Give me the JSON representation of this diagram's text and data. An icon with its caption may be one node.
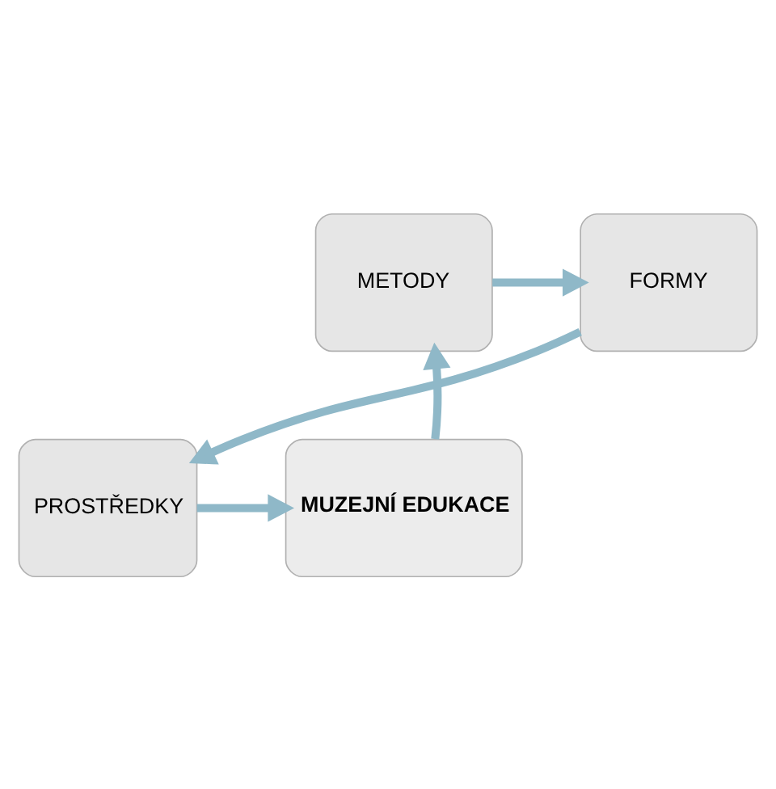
{
  "diagram": {
    "nodes": [
      {
        "text": [
          "METODY"
        ]
      },
      {
        "text": [
          "FORMY"
        ]
      },
      {
        "text": [
          "MUZEJNÍ EDUKACE"
        ]
      },
      {
        "text": [
          "PROSTŘEDKY"
        ]
      }
    ],
    "edges": [
      {
        "from": 0,
        "to": 1,
        "arrow": "to"
      },
      {
        "from": 1,
        "to": 3,
        "arrow": "to"
      },
      {
        "from": 3,
        "to": 2,
        "arrow": "to"
      },
      {
        "from": 2,
        "to": 0,
        "arrow": "to"
      }
    ]
  }
}
